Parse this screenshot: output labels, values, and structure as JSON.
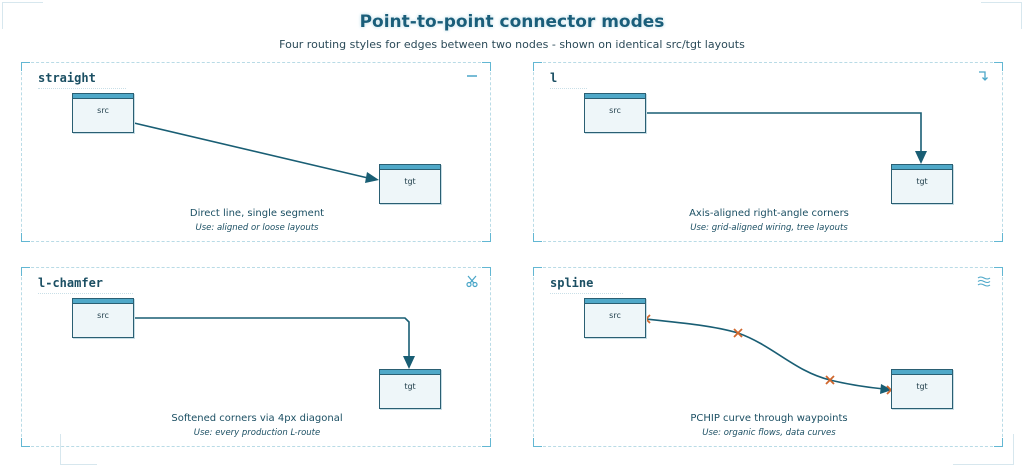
{
  "header": {
    "title": "Point-to-point connector modes",
    "subtitle": "Four routing styles for edges between two nodes - shown on identical src/tgt layouts"
  },
  "colors": {
    "edge": "#195e74",
    "waypoint": "#d0672d",
    "accent": "#4fa8c8"
  },
  "panels": [
    {
      "mode": "straight",
      "icon": "dash-icon",
      "src": "src",
      "tgt": "tgt",
      "caption": "Direct line, single segment",
      "use": "Use: aligned or loose layouts"
    },
    {
      "mode": "l",
      "icon": "corner-arrow-icon",
      "src": "src",
      "tgt": "tgt",
      "caption": "Axis-aligned right-angle corners",
      "use": "Use: grid-aligned wiring, tree layouts"
    },
    {
      "mode": "l-chamfer",
      "icon": "scissors-icon",
      "src": "src",
      "tgt": "tgt",
      "caption": "Softened corners via 4px diagonal",
      "use": "Use: every production L-route"
    },
    {
      "mode": "spline",
      "icon": "waves-icon",
      "src": "src",
      "tgt": "tgt",
      "caption": "PCHIP curve through waypoints",
      "use": "Use: organic flows, data curves"
    }
  ]
}
